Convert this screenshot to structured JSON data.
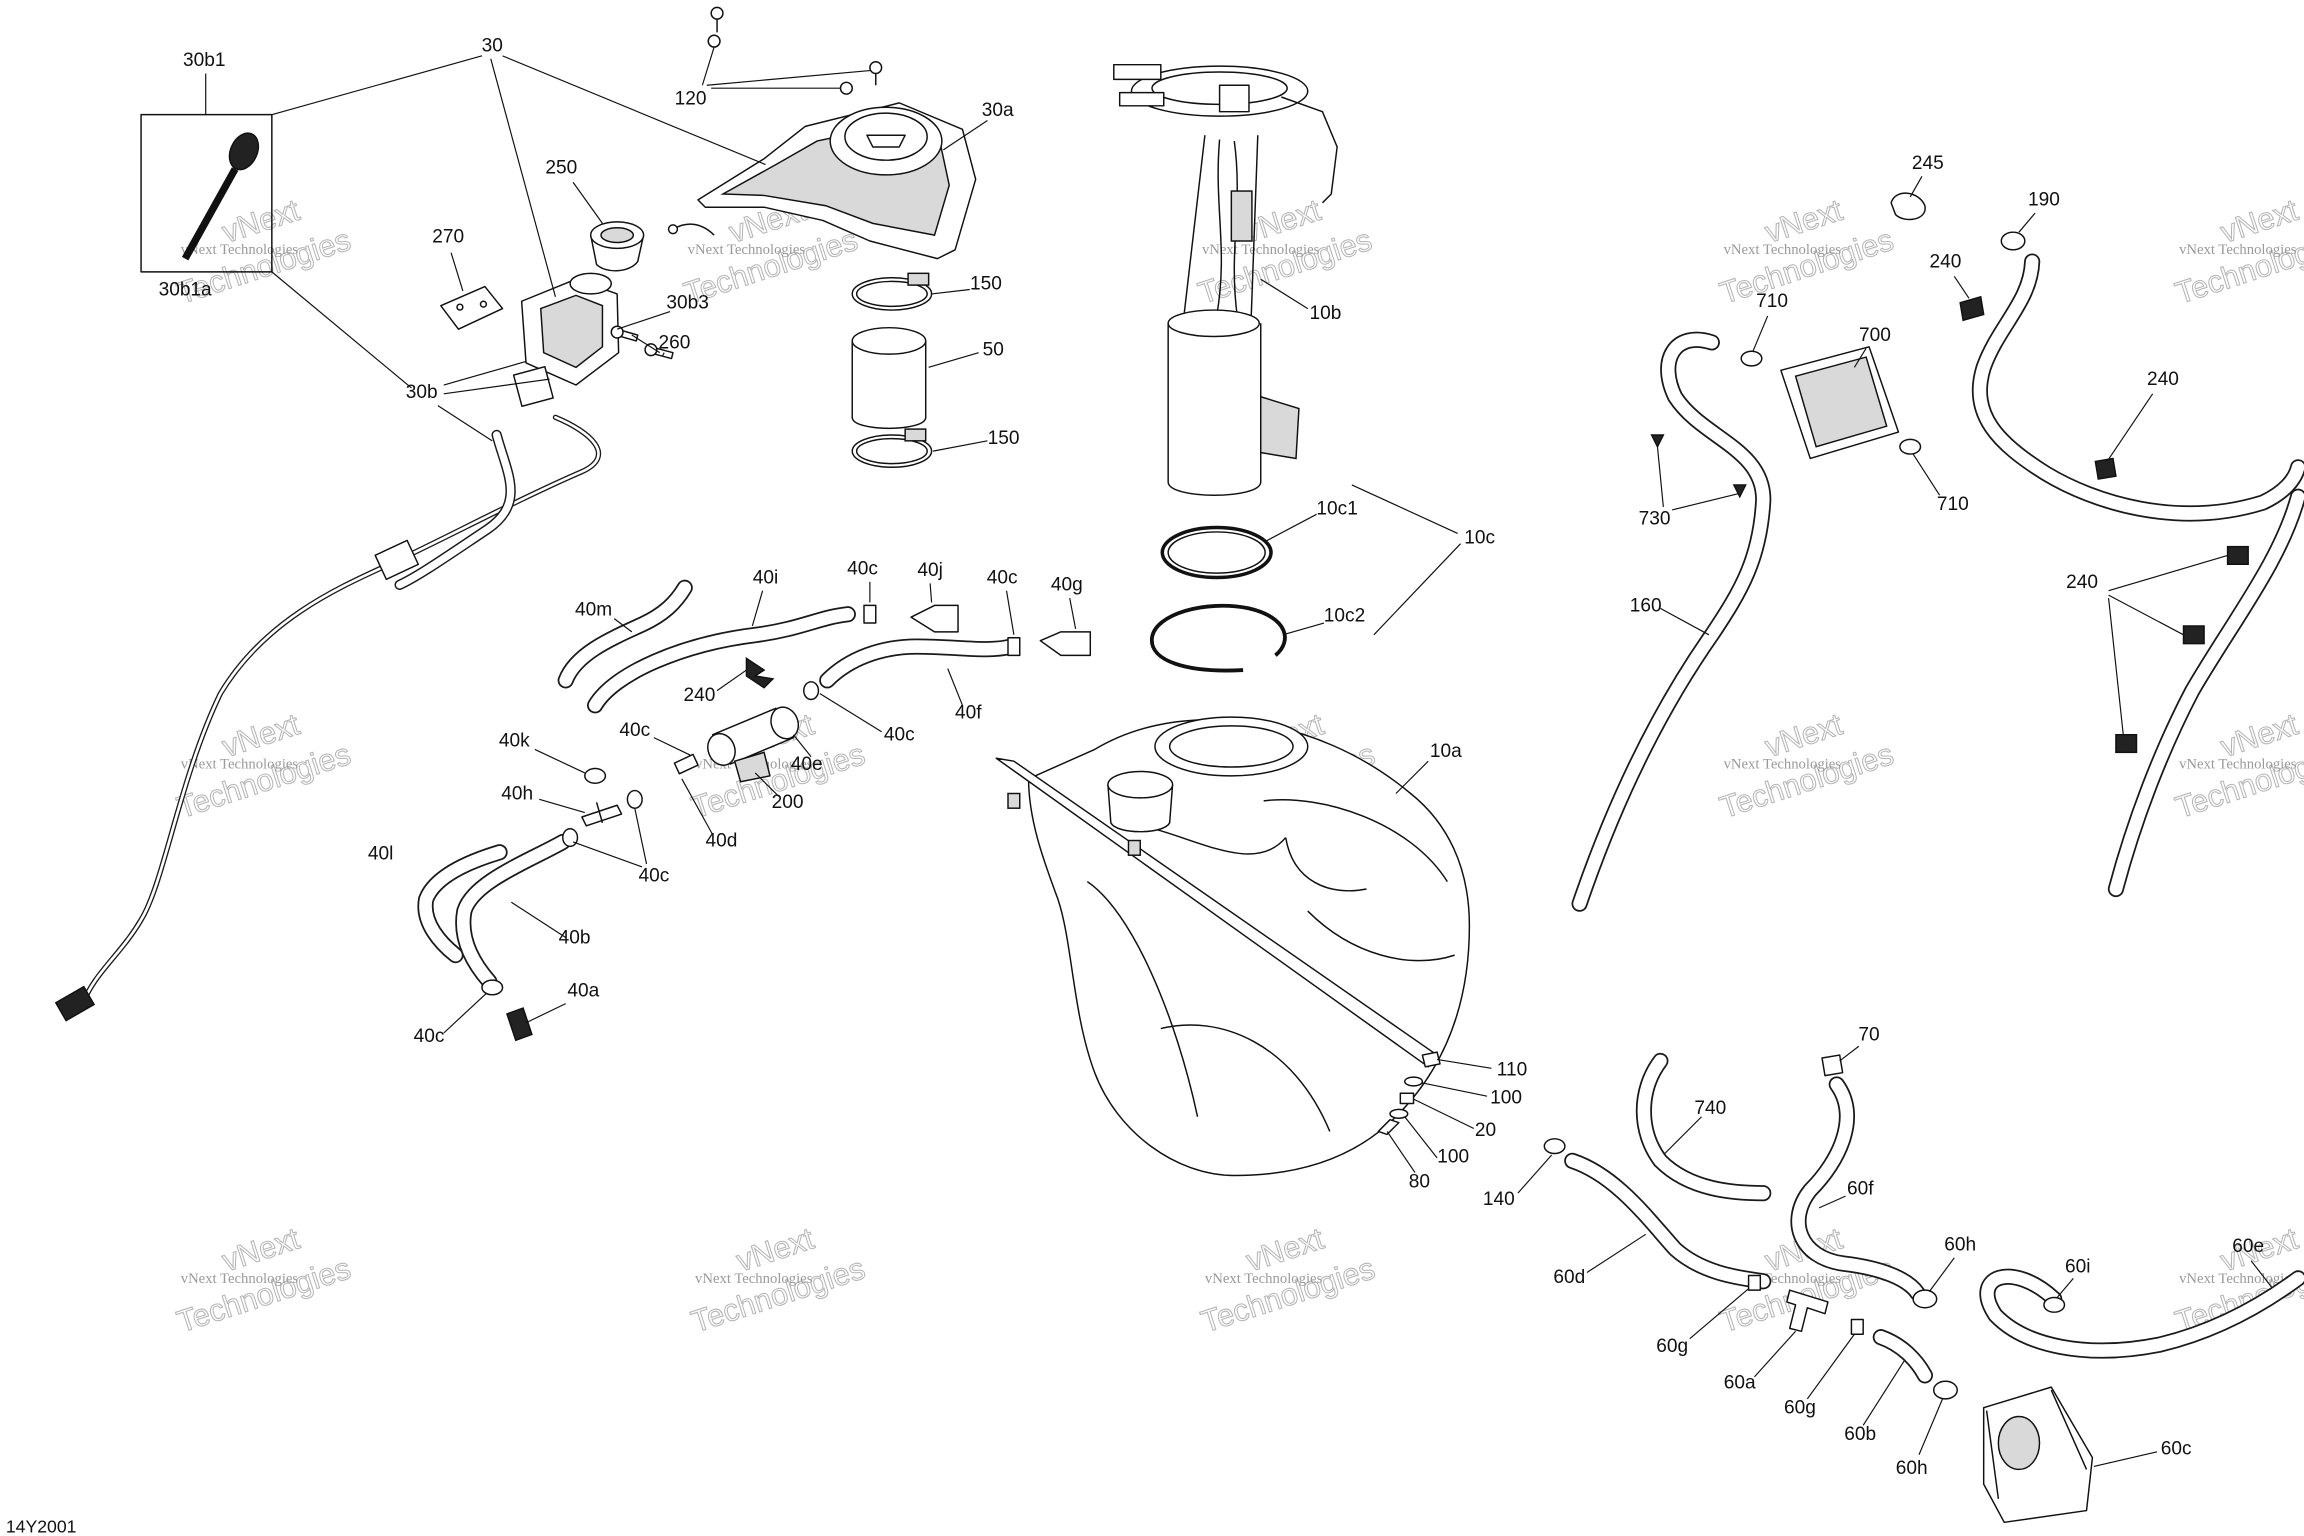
{
  "diagram": {
    "figure_code": "14Y2001",
    "watermark": {
      "large_line1": "vNext",
      "large_line2": "Technologies",
      "small": "vNext Technologies"
    },
    "callouts": [
      "30b1",
      "30",
      "120",
      "30a",
      "250",
      "270",
      "30b1a",
      "30b3",
      "150",
      "260",
      "50",
      "30b",
      "150",
      "10b",
      "10c1",
      "10c",
      "10c2",
      "40m",
      "40i",
      "40c",
      "40j",
      "40c",
      "40g",
      "240",
      "40f",
      "40c",
      "40c",
      "40k",
      "40e",
      "200",
      "40h",
      "40d",
      "40l",
      "40c",
      "40b",
      "40a",
      "40c",
      "10a",
      "110",
      "100",
      "20",
      "100",
      "80",
      "245",
      "190",
      "240",
      "710",
      "700",
      "240",
      "730",
      "710",
      "160",
      "240",
      "70",
      "740",
      "60f",
      "140",
      "60d",
      "60h",
      "60i",
      "60e",
      "60g",
      "60a",
      "60g",
      "60b",
      "60h",
      "60c"
    ]
  }
}
